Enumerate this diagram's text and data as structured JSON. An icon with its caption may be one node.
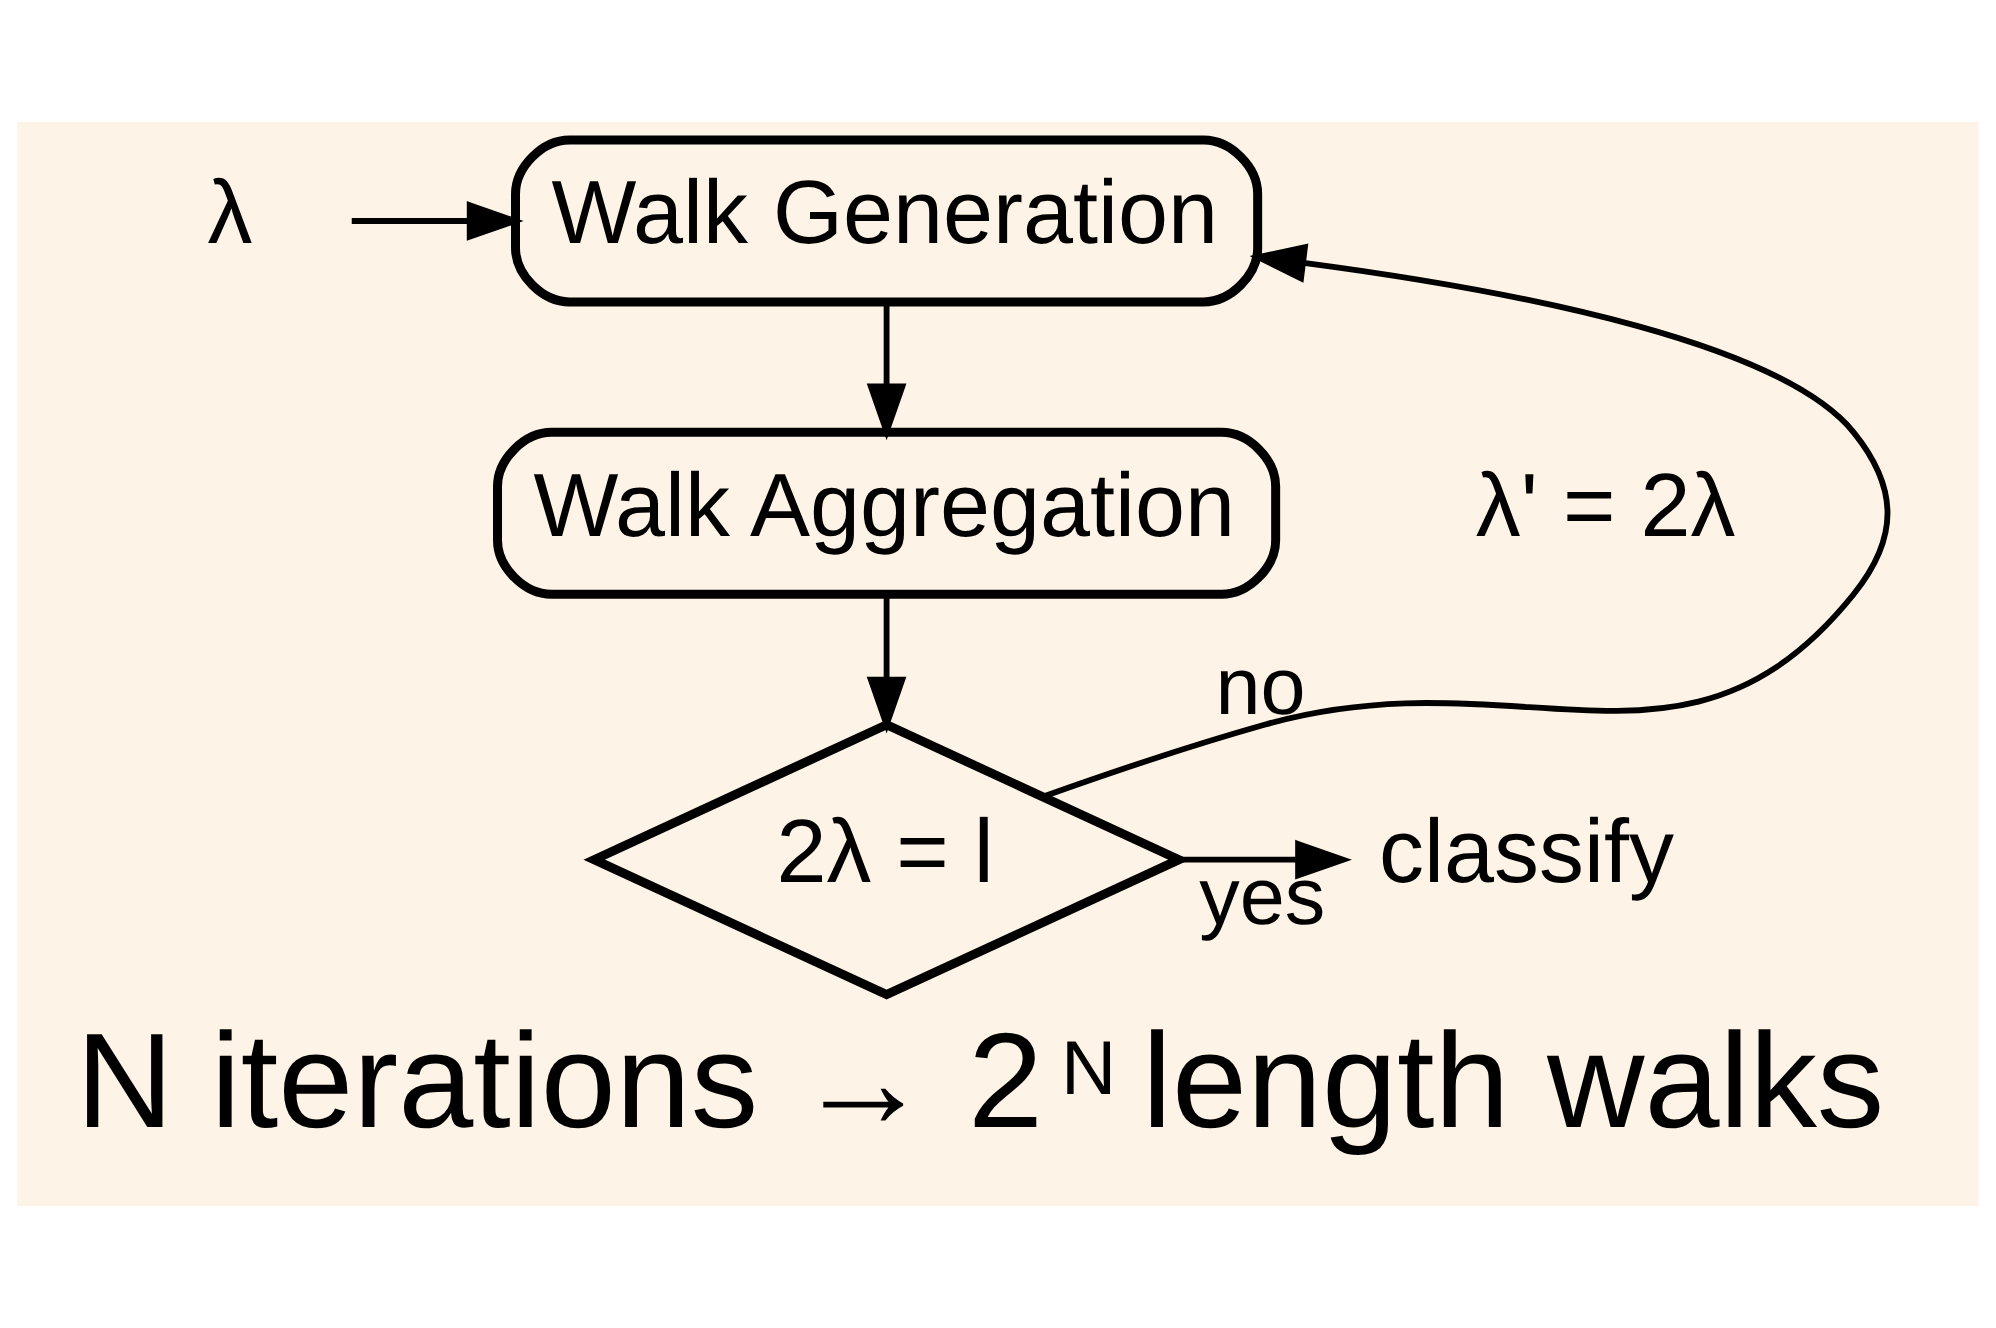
{
  "diagram": {
    "caption": "N iterations → 2$^{N}$ length walks",
    "nodes": [
      {
        "text": [
          "λ"
        ]
      },
      {
        "text": [
          "Walk Generation"
        ]
      },
      {
        "text": [
          "Walk Aggregation"
        ]
      },
      {
        "text": [
          "2λ = l"
        ]
      },
      {
        "text": [
          "classify"
        ]
      }
    ],
    "edges": [
      {
        "from": 0,
        "to": 1,
        "arrow": "to"
      },
      {
        "from": 1,
        "to": 2,
        "arrow": "to"
      },
      {
        "from": 2,
        "to": 3,
        "arrow": "to"
      },
      {
        "from": 3,
        "to": 4,
        "arrow": "to",
        "label": "yes"
      },
      {
        "from": 3,
        "to": 1,
        "arrow": "to",
        "label": "no"
      }
    ],
    "labels": [
      "λ' = 2λ"
    ]
  }
}
